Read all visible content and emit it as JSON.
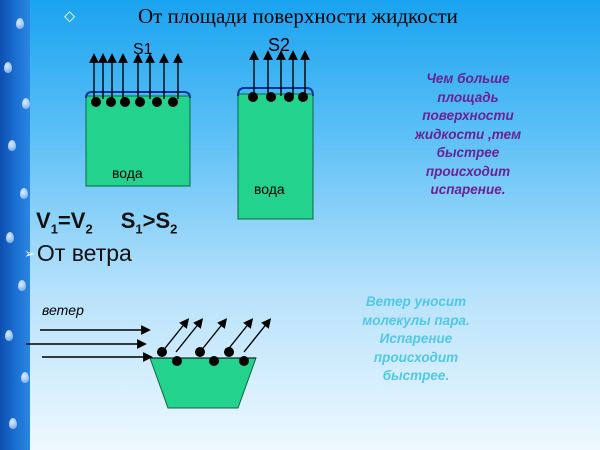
{
  "title": "От площади поверхности жидкости",
  "icons": {
    "bullet_main": "bullet-arrow-icon",
    "bullet_wind": "check-arrow-icon"
  },
  "vessel_left": {
    "label": "S1",
    "liquid": "вода"
  },
  "vessel_right": {
    "label": "S2",
    "liquid": "вода"
  },
  "equation": {
    "v1": "V",
    "v1_sub": "1",
    "eq": "=",
    "v2": "V",
    "v2_sub": "2",
    "s1": "S",
    "s1_sub": "1",
    "gt": ">",
    "s2": "S",
    "s2_sub": "2"
  },
  "wind_heading": "От ветра",
  "wind_label": "ветер",
  "explanation_area": "Чем больше площадь поверхности жидкости ,тем быстрее происходит испарение.",
  "explanation_wind": "Ветер уносит молекулы пара. Испарение происходит быстрее.",
  "colors": {
    "liquid": "#23d28c",
    "explanation_area": "#6a2295",
    "explanation_wind": "#50c8e6"
  }
}
